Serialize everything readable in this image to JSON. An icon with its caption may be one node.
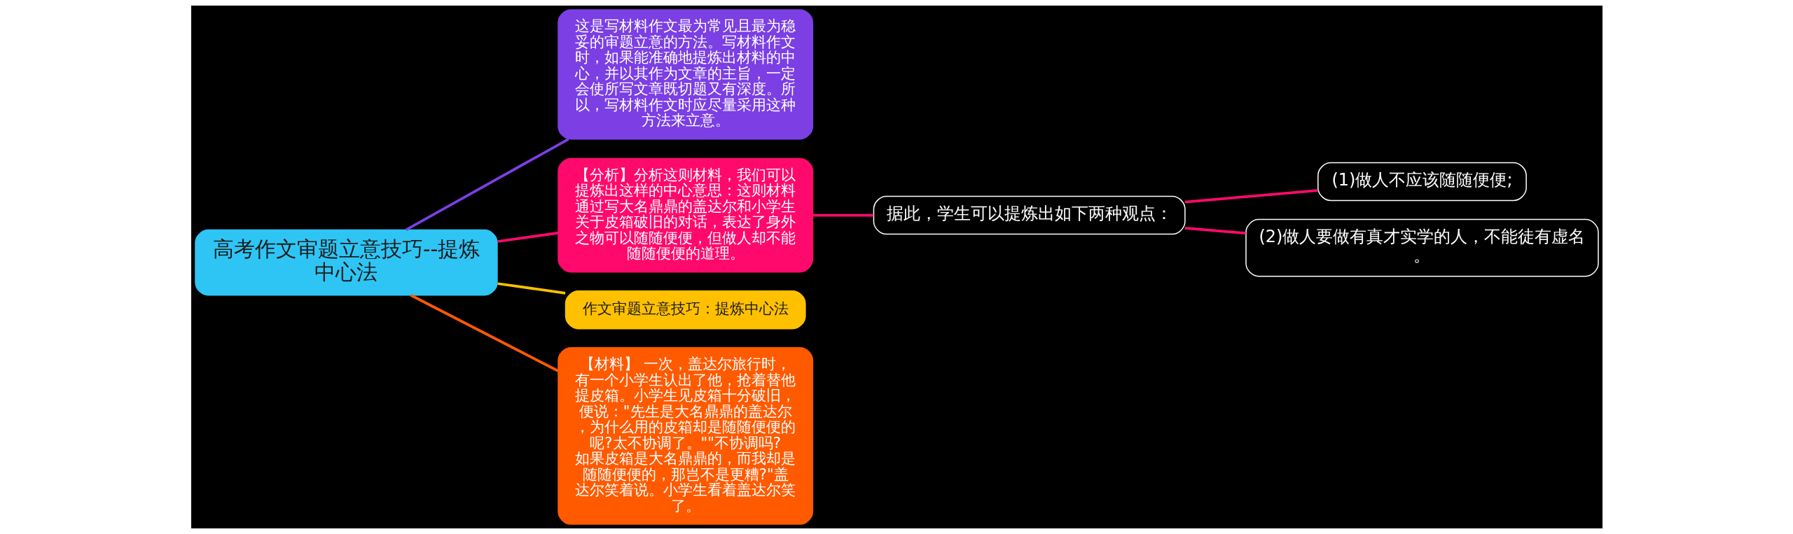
{
  "diagram": {
    "nodes": [
      {
        "text": [
          "高考作文审题立意技巧--提炼中心法"
        ]
      },
      {
        "text": [
          "这是写材料作文最为常见且最为稳妥的审题立意的方法。写材料作文时，如果能准确地提炼出材料的中心，并以其作为文章的主旨，一定会使所写文章既切题又有深度。所以，写材料作文时应尽量采用这种方法来立意。"
        ]
      },
      {
        "text": [
          "【分析】分析这则材料，我们可以提炼出这样的中心意思：这则材料通过写大名鼎鼎的盖达尔和小学生关于皮箱破旧的对话，表达了身外之物可以随随便便，但做人却不能随随便便的道理。"
        ]
      },
      {
        "text": [
          "据此，学生可以提炼出如下两种观点："
        ]
      },
      {
        "text": [
          "(1)做人不应该随随便便;"
        ]
      },
      {
        "text": [
          "(2)做人要做有真才实学的人，不能徒有虚名。"
        ]
      },
      {
        "text": [
          "作文审题立意技巧：提炼中心法"
        ]
      },
      {
        "text": [
          "【材料】 一次，盖达尔旅行时，有一个小学生认出了他，抢着替他提皮箱。小学生见皮箱十分破旧，便说：\"先生是大名鼎鼎的盖达尔，为什么用的皮箱却是随随便便的呢?太不协调了。\"\"不协调吗?如果皮箱是大名鼎鼎的，而我却是随随便便的，那岂不是更糟?\"盖达尔笑着说。小学生看着盖达尔笑了。"
        ]
      }
    ],
    "edges": [
      {
        "from": 0,
        "to": 1,
        "arrow": "none",
        "color": "#7b3fe4"
      },
      {
        "from": 0,
        "to": 2,
        "arrow": "none"
      },
      {
        "from": 2,
        "to": 3,
        "arrow": "none"
      },
      {
        "from": 3,
        "to": 4,
        "arrow": "none"
      },
      {
        "from": 3,
        "to": 5,
        "arrow": "none"
      },
      {
        "from": 0,
        "to": 6,
        "arrow": "none",
        "color": "#ffc000"
      },
      {
        "from": 0,
        "to": 7,
        "arrow": "none",
        "color": "#ff5a00"
      }
    ]
  }
}
